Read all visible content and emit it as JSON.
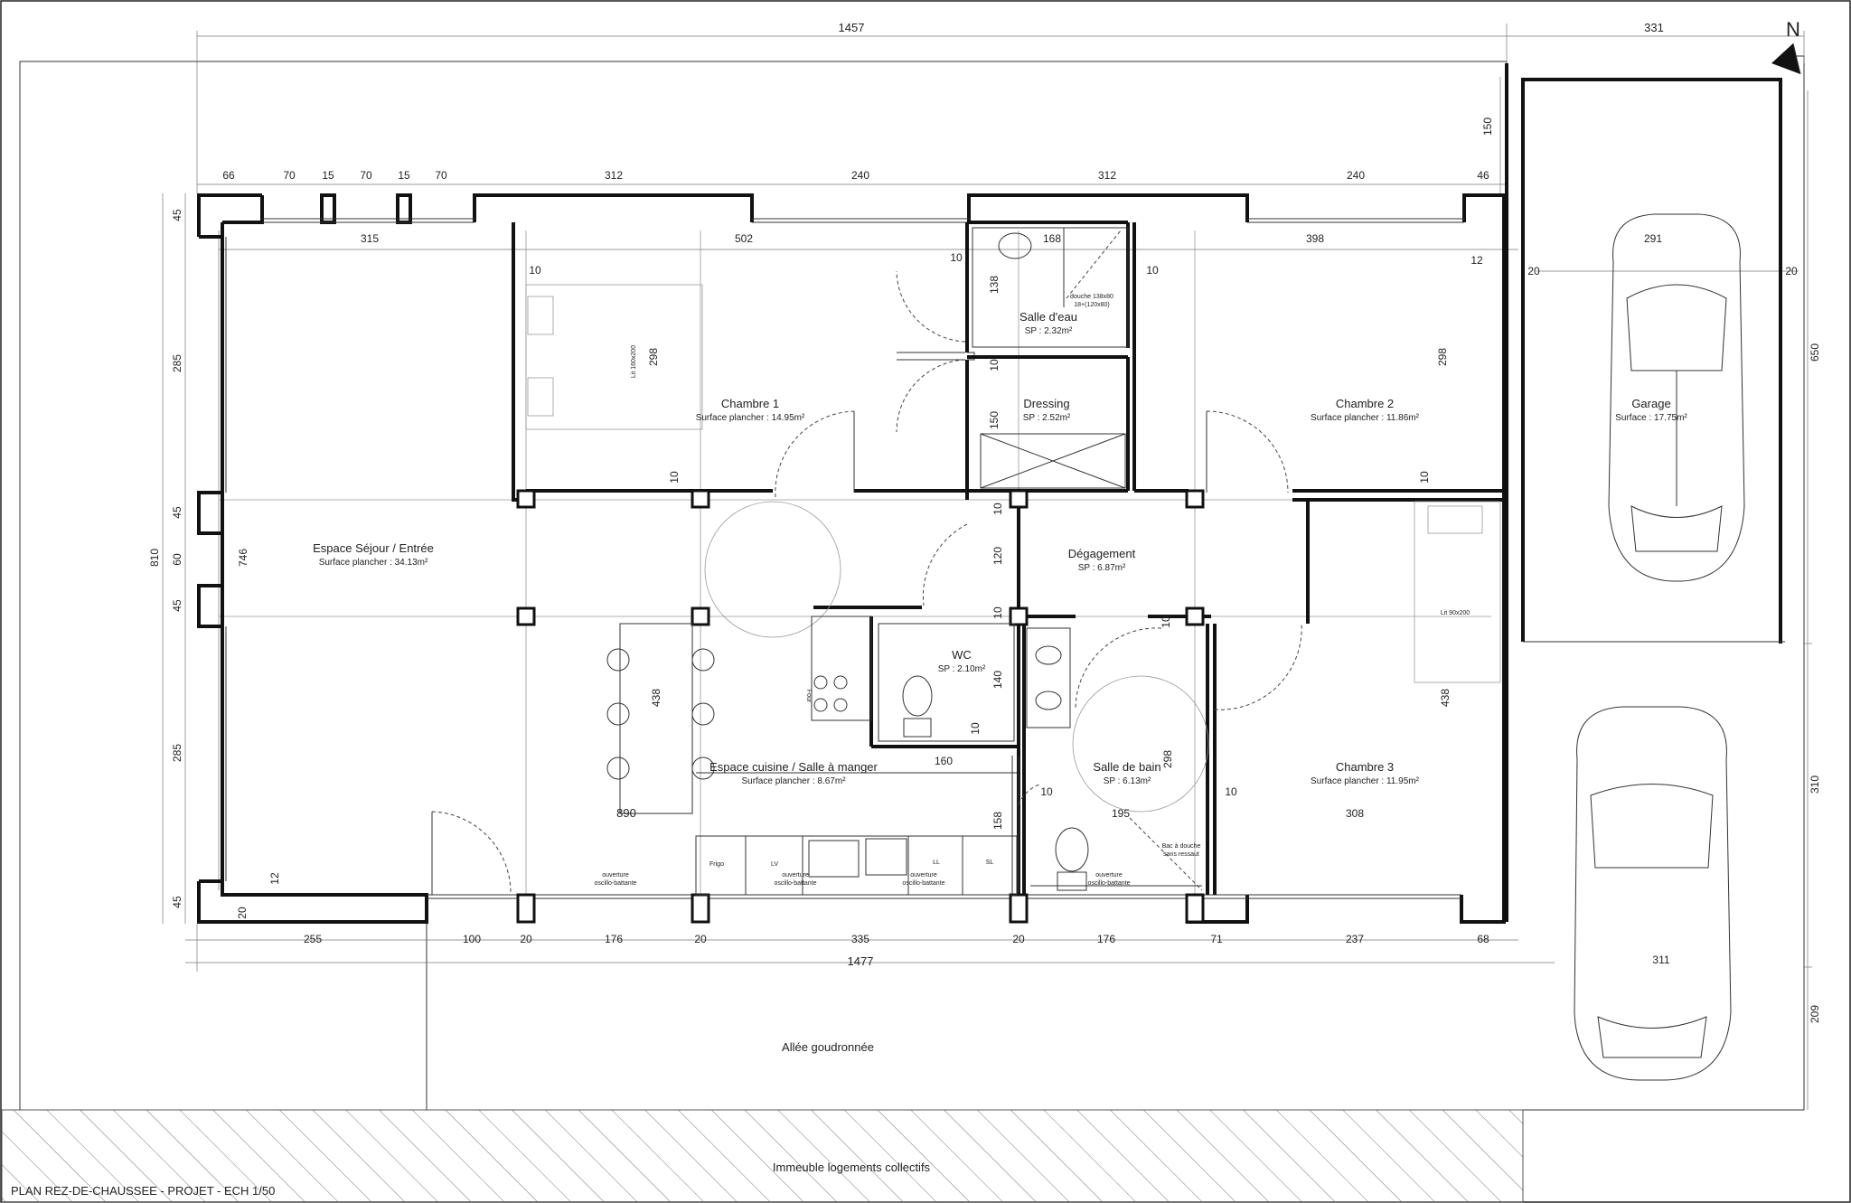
{
  "footer": {
    "plan_title": "PLAN REZ-DE-CHAUSSEE - PROJET - ECH 1/50",
    "neighbor_label": "Immeuble logements collectifs",
    "driveway_label": "Allée goudronnée",
    "north_label": "N"
  },
  "rooms": [
    {
      "name": "Espace Séjour / Entrée",
      "surface": "Surface plancher : 34.13m²"
    },
    {
      "name": "Chambre 1",
      "surface": "Surface plancher : 14.95m²"
    },
    {
      "name": "Salle d'eau",
      "surface": "SP : 2.32m²"
    },
    {
      "name": "Dressing",
      "surface": "SP : 2.52m²"
    },
    {
      "name": "Chambre 2",
      "surface": "Surface plancher : 11.86m²"
    },
    {
      "name": "Garage",
      "surface": "Surface : 17.75m²"
    },
    {
      "name": "Dégagement",
      "surface": "SP : 6.87m²"
    },
    {
      "name": "WC",
      "surface": "SP : 2.10m²"
    },
    {
      "name": "Espace cuisine / Salle à manger",
      "surface": "Surface plancher : 8.67m²"
    },
    {
      "name": "Salle de bain",
      "surface": "SP : 6.13m²"
    },
    {
      "name": "Chambre 3",
      "surface": "Surface plancher : 11.95m²"
    }
  ],
  "fixtures": {
    "bed1": "Lit 160x200",
    "bed3": "Lit 90x200",
    "shower1": "douche 138x80",
    "shower2": "18+(120x80)",
    "fridge": "Frigo",
    "dishwasher": "LV",
    "washer": "LL",
    "dryer": "SL",
    "oven": "Four",
    "bath_shower1": "Bac à douche",
    "bath_shower2": "sans ressaut",
    "window_a1": "ouverture",
    "window_a2": "oscillo-battante"
  },
  "dimensions": {
    "overall_top": "1457",
    "garage_top": "331",
    "garage_offset": "150",
    "top_segments": [
      "66",
      "70",
      "15",
      "70",
      "15",
      "70",
      "312",
      "240",
      "312",
      "240",
      "46"
    ],
    "inner_top": [
      "315",
      "502",
      "168",
      "398",
      "291"
    ],
    "left_segments": [
      "45",
      "285",
      "45",
      "60",
      "45",
      "285",
      "45"
    ],
    "overall_left": "810",
    "inner_left": "746",
    "bottom_segments": [
      "255",
      "100",
      "20",
      "176",
      "20",
      "335",
      "20",
      "176",
      "71",
      "237",
      "68"
    ],
    "overall_bottom": "1477",
    "right_garage": [
      "20",
      "20",
      "650",
      "310",
      "209"
    ],
    "car2": "311",
    "interior": [
      "10",
      "10",
      "298",
      "138",
      "10",
      "10",
      "150",
      "10",
      "298",
      "12",
      "10",
      "10",
      "120",
      "10",
      "438",
      "140",
      "10",
      "160",
      "890",
      "158",
      "10",
      "195",
      "298",
      "10",
      "308",
      "438",
      "12",
      "20",
      "10"
    ]
  }
}
